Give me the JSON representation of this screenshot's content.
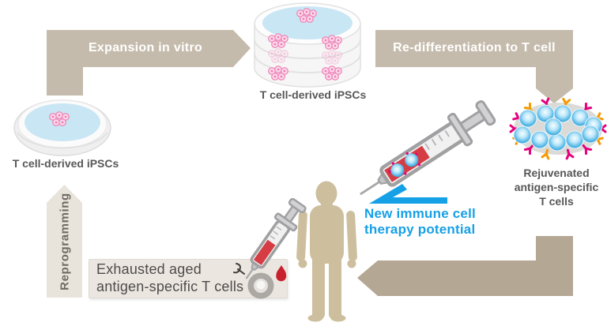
{
  "labels": {
    "expansion_arrow": "Expansion in vitro",
    "redifferentiation_arrow": "Re-differentiation to T cell",
    "reprogramming_arrow": "Reprogramming",
    "top_dish_caption": "T cell-derived iPSCs",
    "left_dish_caption": "T cell-derived iPSCs",
    "rejuvenated_line1": "Rejuvenated",
    "rejuvenated_line2": "antigen-specific",
    "rejuvenated_line3": "T cells",
    "exhausted_line1": "Exhausted aged",
    "exhausted_line2": "antigen-specific T cells",
    "therapy_line1": "New immune cell",
    "therapy_line2": "therapy potential"
  },
  "colors": {
    "arrow_tan": "#C5BBAC",
    "arrow_return_tan": "#B4A794",
    "arrow_light": "#E8E4DB",
    "arrow_text_white": "#FFFFFF",
    "caption_gray": "#595757",
    "therapy_blue": "#16A0E6",
    "human_silhouette": "#CDBF9E",
    "dish_media_blue": "#C9E6F4",
    "colony_pink": "#EF87BA",
    "tcell_blue": "#2B9FD9",
    "receptor_magenta": "#E5007E",
    "receptor_orange": "#F59A00",
    "blood_red": "#C8202F",
    "exhausted_box_bg": "#EBE7E0",
    "syringe_gray": "#A0A0A2"
  },
  "icons": {
    "single_petri_dish": "petri-dish-icon",
    "stacked_petri_dishes": "petri-dish-stack-icon",
    "tcell_cluster": "tcell-cluster-icon",
    "big_syringe": "syringe-cells-icon",
    "small_syringe": "syringe-blood-icon",
    "blood_drop": "blood-drop-icon",
    "exhausted_cell": "exhausted-cell-icon",
    "receptor_mark": "receptor-icon",
    "human_figure": "human-silhouette-icon",
    "therapy_arrow": "blue-arrow-icon"
  }
}
